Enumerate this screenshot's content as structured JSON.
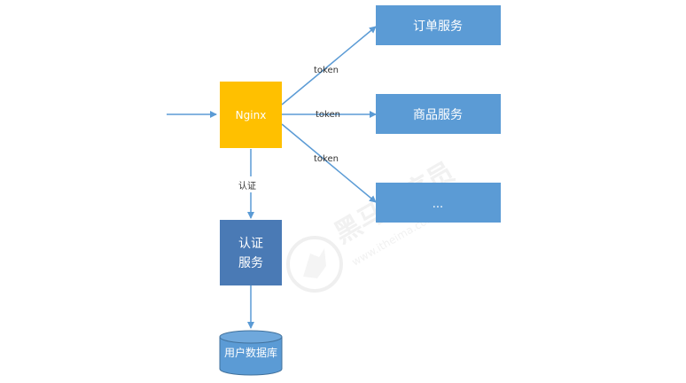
{
  "colors": {
    "nginx_fill": "#ffc000",
    "service_fill": "#5b9bd5",
    "auth_fill": "#4a7ab5",
    "db_fill": "#5b9bd5",
    "edge": "#5b9bd5",
    "watermark": "#e3e3e3"
  },
  "nodes": {
    "nginx": "Nginx",
    "order_service": "订单服务",
    "product_service": "商品服务",
    "more_services": "...",
    "auth_service_line1": "认证",
    "auth_service_line2": "服务",
    "user_db": "用户数据库"
  },
  "edges": {
    "to_order": "token",
    "to_product": "token",
    "to_more": "token",
    "to_auth": "认证"
  },
  "watermark": {
    "text": "黑马程序员",
    "subtext": "www.itheima.com"
  }
}
